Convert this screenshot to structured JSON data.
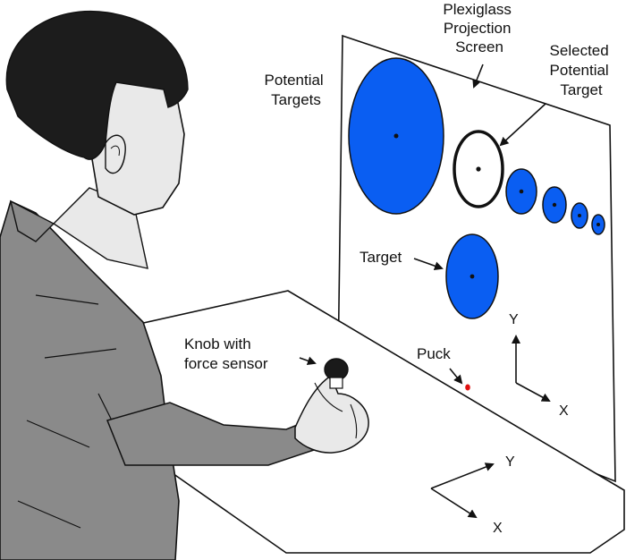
{
  "labels": {
    "screen": [
      "Plexiglass",
      "Projection",
      "Screen"
    ],
    "potential_targets": [
      "Potential",
      "Targets"
    ],
    "selected_target": [
      "Selected",
      "Potential",
      "Target"
    ],
    "target": "Target",
    "knob": [
      "Knob with",
      "force sensor"
    ],
    "puck": "Puck",
    "screen_axis_y": "Y",
    "screen_axis_x": "X",
    "table_axis_y": "Y",
    "table_axis_x": "X"
  },
  "colors": {
    "target_fill": "#0a5ef2",
    "selected_fill": "#ffffff",
    "puck": "#e01010",
    "hair": "#1c1c1c",
    "shirt": "#8a8a8a",
    "skin": "#e9e9e9",
    "knob": "#1a1a1a",
    "outline": "#111111"
  },
  "icons": [
    "arrow-icon"
  ]
}
